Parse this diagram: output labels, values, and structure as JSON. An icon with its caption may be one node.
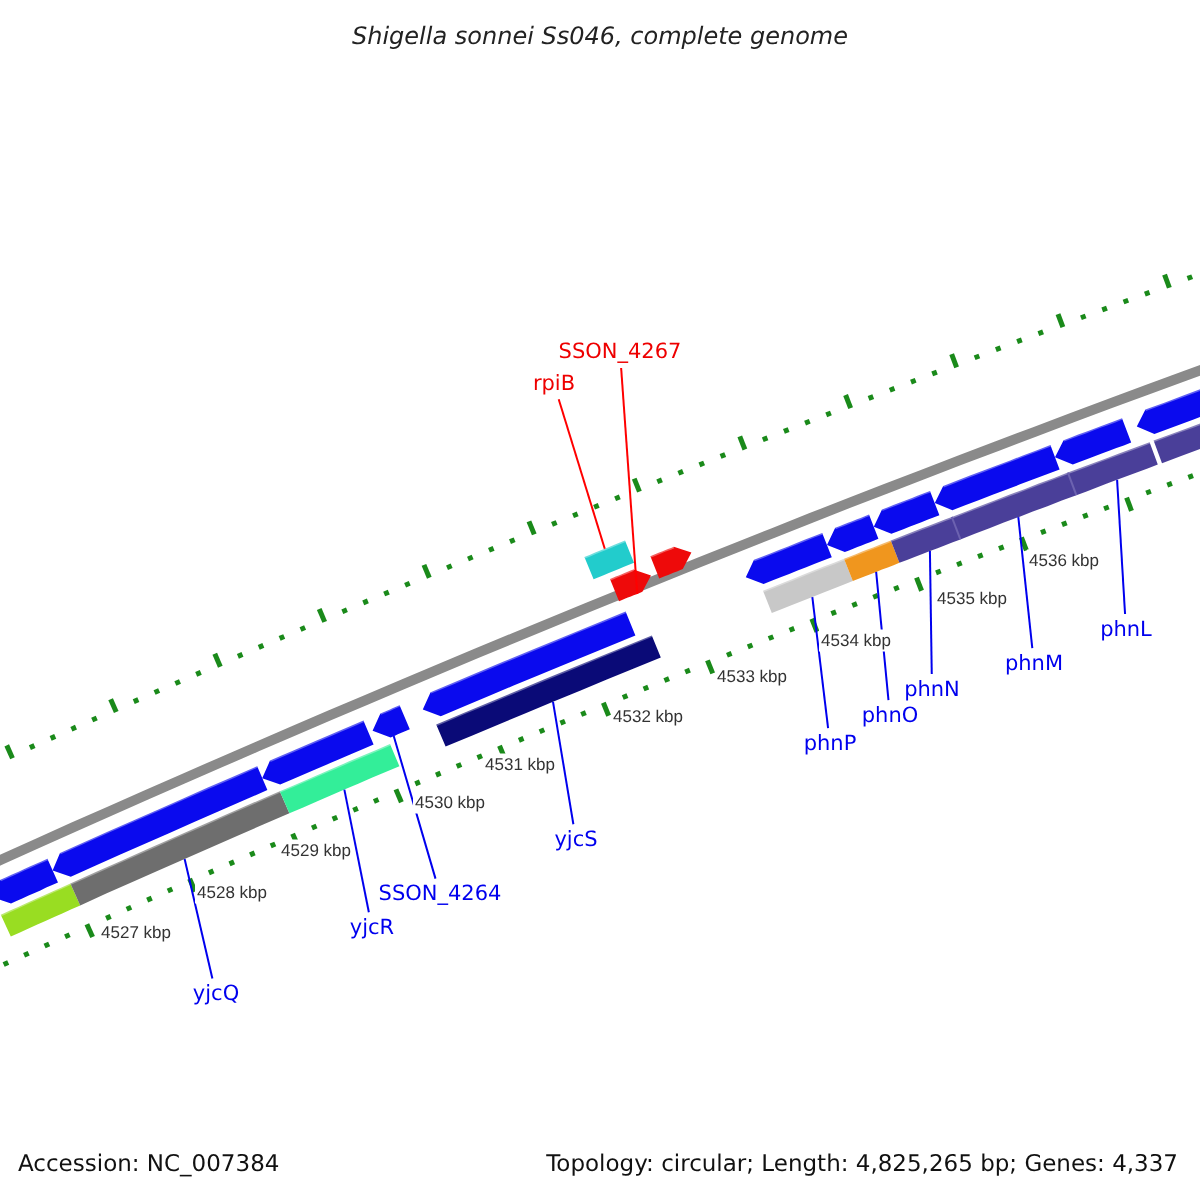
{
  "diagram": {
    "title": "Shigella sonnei Ss046, complete genome",
    "nodes": [
      {
        "text": [
          "rpiB"
        ]
      },
      {
        "text": [
          "SSON_4267"
        ]
      },
      {
        "text": [
          "yjcQ"
        ]
      },
      {
        "text": [
          "yjcR"
        ]
      },
      {
        "text": [
          "SSON_4264"
        ]
      },
      {
        "text": [
          "yjcS"
        ]
      },
      {
        "text": [
          "phnP"
        ]
      },
      {
        "text": [
          "phnO"
        ]
      },
      {
        "text": [
          "phnN"
        ]
      },
      {
        "text": [
          "phnM"
        ]
      },
      {
        "text": [
          "phnL"
        ]
      },
      {
        "text": [],
        "shape": "bar"
      },
      {
        "text": [],
        "shape": "bar"
      },
      {
        "text": [],
        "shape": "arrow"
      },
      {
        "text": [],
        "shape": "bar"
      },
      {
        "text": [],
        "shape": "bar"
      },
      {
        "text": [],
        "shape": "arrow"
      },
      {
        "text": [],
        "shape": "arrow"
      },
      {
        "text": [],
        "shape": "bar"
      },
      {
        "text": [],
        "shape": "bar"
      },
      {
        "text": [],
        "shape": "bar"
      },
      {
        "text": [],
        "shape": "bar"
      },
      {
        "text": [],
        "shape": "bar"
      }
    ],
    "edges": [
      {
        "from": 0,
        "to": 15,
        "arrow": "none",
        "color": "#ff0000"
      },
      {
        "from": 1,
        "to": 16,
        "arrow": "none",
        "color": "#ff0000"
      },
      {
        "from": 2,
        "to": 11,
        "arrow": "none"
      },
      {
        "from": 3,
        "to": 12,
        "arrow": "none"
      },
      {
        "from": 4,
        "to": 13,
        "arrow": "none"
      },
      {
        "from": 5,
        "to": 14,
        "arrow": "none"
      },
      {
        "from": 6,
        "to": 18,
        "arrow": "none"
      },
      {
        "from": 7,
        "to": 19,
        "arrow": "none"
      },
      {
        "from": 8,
        "to": 20,
        "arrow": "none"
      },
      {
        "from": 9,
        "to": 21,
        "arrow": "none"
      },
      {
        "from": 10,
        "to": 22,
        "arrow": "none"
      }
    ],
    "labels": [
      "4527 kbp",
      "4528 kbp",
      "4529 kbp",
      "4530 kbp",
      "4531 kbp",
      "4532 kbp",
      "4533 kbp",
      "4534 kbp",
      "4535 kbp",
      "4536 kbp",
      "Accession: NC_007384",
      "Topology: circular; Length: 4,825,265 bp; Genes: 4,337"
    ]
  }
}
